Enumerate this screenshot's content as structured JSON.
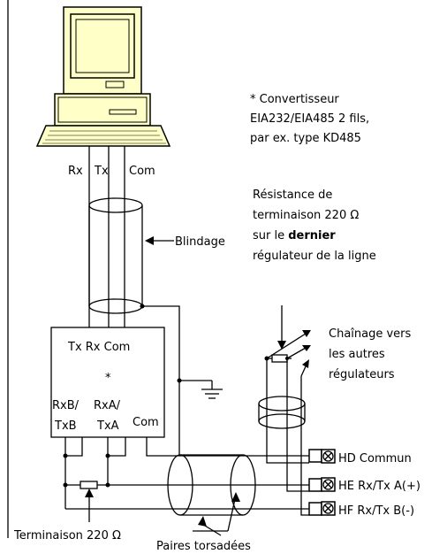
{
  "computer": {
    "labels": {
      "rx": "Rx",
      "tx": "Tx",
      "com": "Com"
    }
  },
  "converter_note": {
    "lines": [
      "* Convertisseur",
      "EIA232/EIA485 2 fils,",
      "par ex. type KD485"
    ]
  },
  "shield_label": "Blindage",
  "termination_note": {
    "line1": "Résistance de",
    "line2": "terminaison  220 Ω",
    "line3_prefix": "sur le ",
    "line3_bold": "dernier",
    "line4": "régulateur de la ligne"
  },
  "converter_box": {
    "top_labels": "Tx Rx Com",
    "asterisk": "*",
    "rxb": "RxB/",
    "txb": "TxB",
    "rxa": "RxA/",
    "txa": "TxA",
    "com": "Com"
  },
  "chaining_note": {
    "lines": [
      "Chaînage vers",
      "les autres",
      "régulateurs"
    ]
  },
  "terminals": [
    {
      "label": "HD Commun"
    },
    {
      "label": "HE Rx/Tx A(+)"
    },
    {
      "label": "HF Rx/Tx B(-)"
    }
  ],
  "bottom_termination": "Terminaison  220 Ω",
  "twisted_pairs": "Paires torsadées",
  "colors": {
    "monitor_fill": "#ffffc8",
    "stroke": "#000000"
  }
}
